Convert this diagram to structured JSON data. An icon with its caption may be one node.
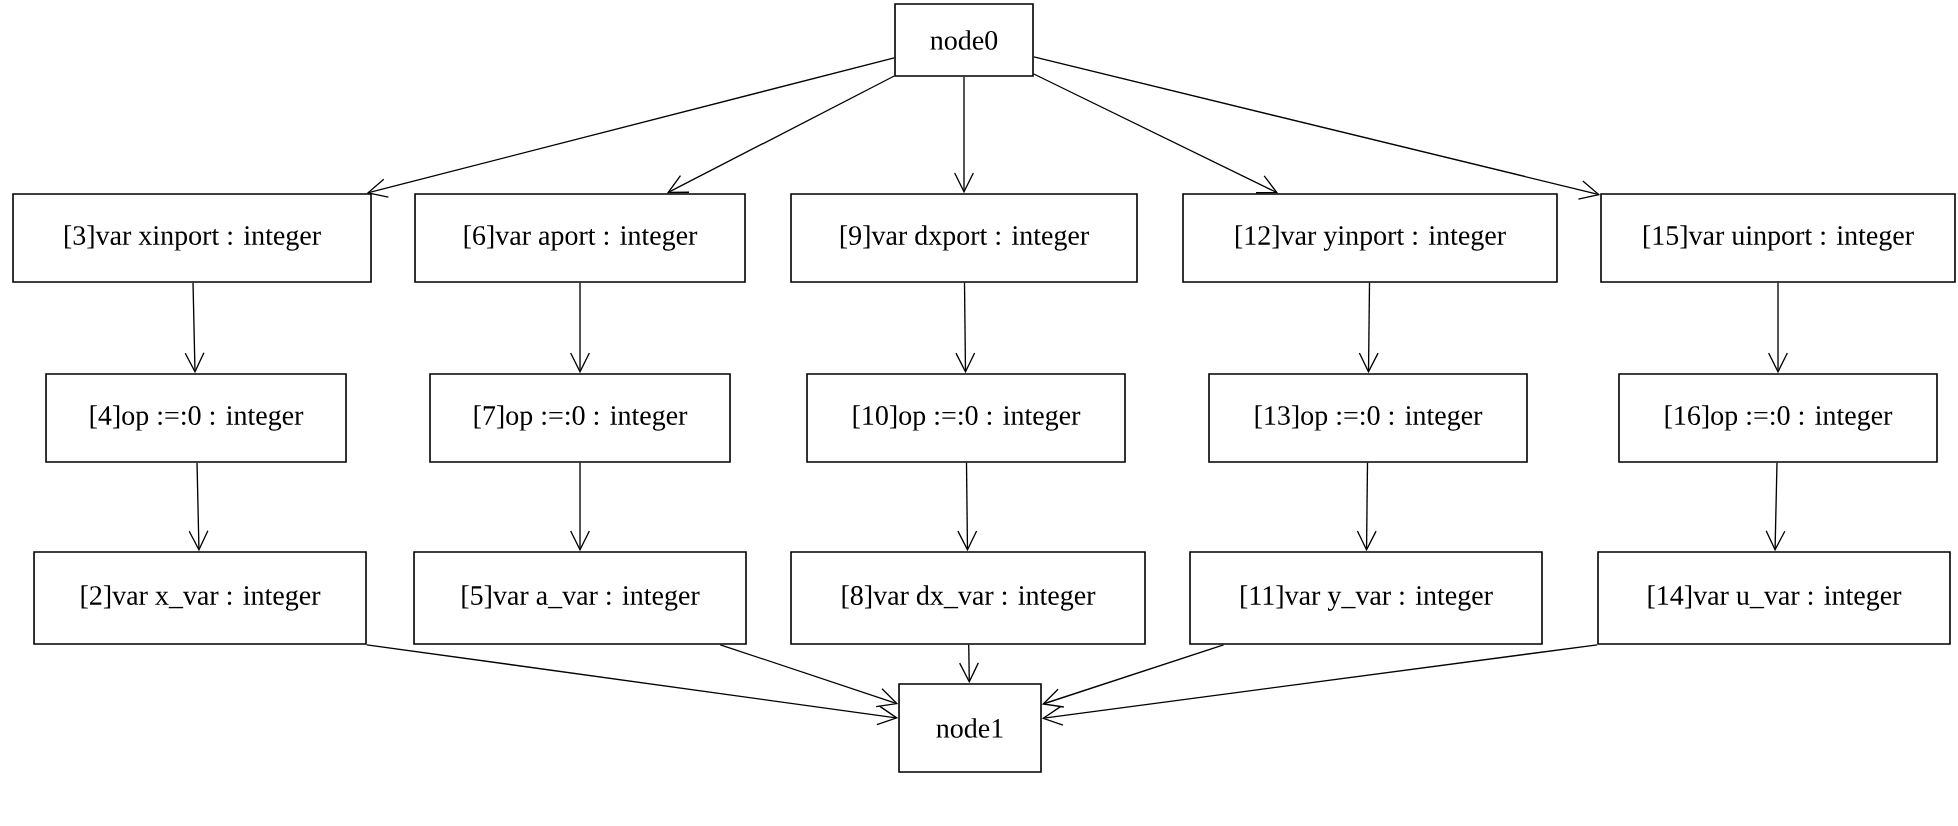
{
  "diagram": {
    "nodes": [
      {
        "text": [
          "node0"
        ]
      },
      {
        "text": [
          "[3]var xinport : integer"
        ]
      },
      {
        "text": [
          "[6]var aport : integer"
        ]
      },
      {
        "text": [
          "[9]var dxport : integer"
        ]
      },
      {
        "text": [
          "[12]var yinport : integer"
        ]
      },
      {
        "text": [
          "[15]var uinport : integer"
        ]
      },
      {
        "text": [
          "[4]op :=:0 : integer"
        ]
      },
      {
        "text": [
          "[7]op :=:0 : integer"
        ]
      },
      {
        "text": [
          "[10]op :=:0 : integer"
        ]
      },
      {
        "text": [
          "[13]op :=:0 : integer"
        ]
      },
      {
        "text": [
          "[16]op :=:0 : integer"
        ]
      },
      {
        "text": [
          "[2]var x_var : integer"
        ]
      },
      {
        "text": [
          "[5]var a_var : integer"
        ]
      },
      {
        "text": [
          "[8]var dx_var : integer"
        ]
      },
      {
        "text": [
          "[11]var y_var : integer"
        ]
      },
      {
        "text": [
          "[14]var u_var : integer"
        ]
      },
      {
        "text": [
          "node1"
        ]
      }
    ],
    "edges": [
      {
        "from": 0,
        "to": 1,
        "arrow": "to"
      },
      {
        "from": 0,
        "to": 2,
        "arrow": "to"
      },
      {
        "from": 0,
        "to": 3,
        "arrow": "to"
      },
      {
        "from": 0,
        "to": 4,
        "arrow": "to"
      },
      {
        "from": 0,
        "to": 5,
        "arrow": "to"
      },
      {
        "from": 1,
        "to": 6,
        "arrow": "to"
      },
      {
        "from": 2,
        "to": 7,
        "arrow": "to"
      },
      {
        "from": 3,
        "to": 8,
        "arrow": "to"
      },
      {
        "from": 4,
        "to": 9,
        "arrow": "to"
      },
      {
        "from": 5,
        "to": 10,
        "arrow": "to"
      },
      {
        "from": 6,
        "to": 11,
        "arrow": "to"
      },
      {
        "from": 7,
        "to": 12,
        "arrow": "to"
      },
      {
        "from": 8,
        "to": 13,
        "arrow": "to"
      },
      {
        "from": 9,
        "to": 14,
        "arrow": "to"
      },
      {
        "from": 10,
        "to": 15,
        "arrow": "to"
      },
      {
        "from": 11,
        "to": 16,
        "arrow": "to"
      },
      {
        "from": 12,
        "to": 16,
        "arrow": "to"
      },
      {
        "from": 13,
        "to": 16,
        "arrow": "to"
      },
      {
        "from": 14,
        "to": 16,
        "arrow": "to"
      },
      {
        "from": 15,
        "to": 16,
        "arrow": "to"
      }
    ]
  }
}
